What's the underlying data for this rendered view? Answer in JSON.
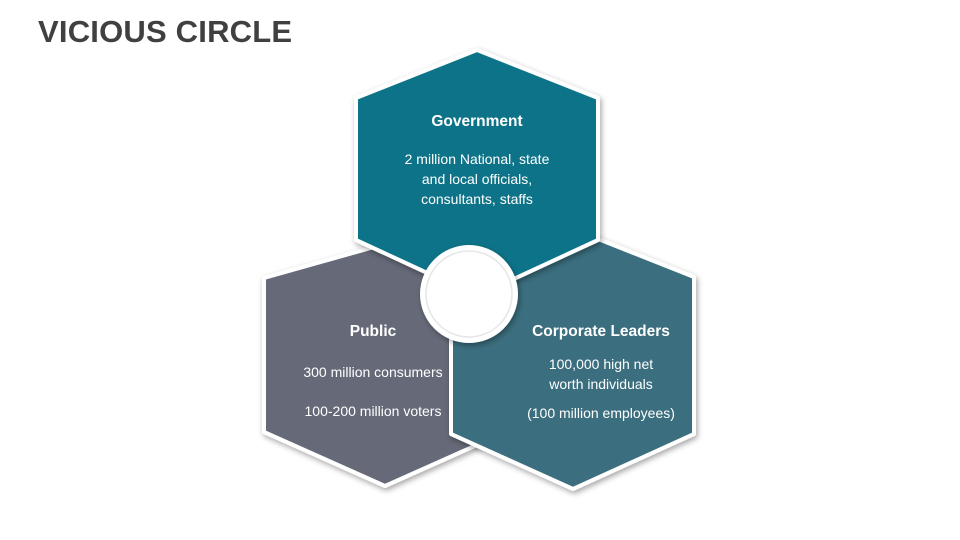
{
  "slide": {
    "title": "VICIOUS CIRCLE"
  },
  "colors": {
    "government": "#0b7388",
    "public": "#666a78",
    "corporate": "#3a6e7e",
    "outline": "#ffffff",
    "title": "#404040"
  },
  "hexagons": {
    "government": {
      "heading": "Government",
      "line1": "2 million National, state",
      "line2": "and local officials,",
      "line3": "consultants, staffs"
    },
    "public": {
      "heading": "Public",
      "line1": "300 million consumers",
      "line2": "100-200 million voters"
    },
    "corporate": {
      "heading": "Corporate Leaders",
      "line1": "100,000 high net",
      "line2": "worth individuals",
      "line3": "(100 million employees)"
    }
  }
}
